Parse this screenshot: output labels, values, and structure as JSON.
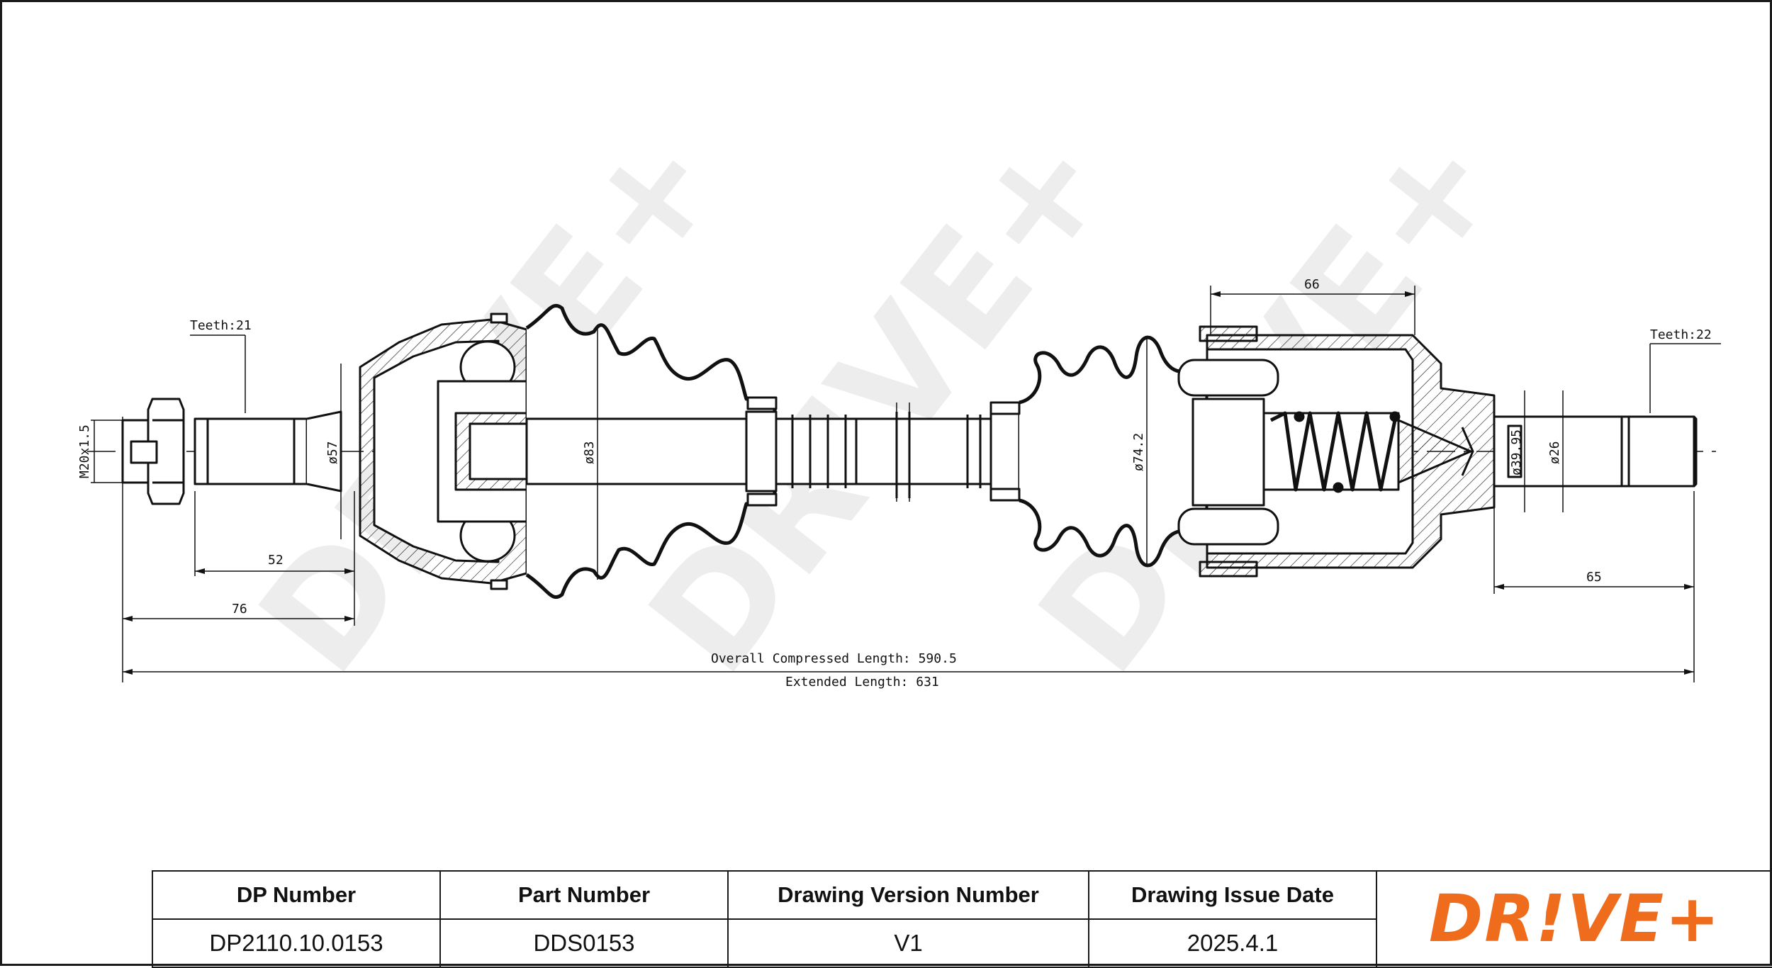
{
  "drawing": {
    "watermark": "DRIVE+",
    "left_spline": "Teeth:21",
    "right_spline": "Teeth:22",
    "thread": "M20x1.5",
    "dia_57": "ø57",
    "dia_83": "ø83",
    "dia_74_2": "ø74.2",
    "dia_39_95": "ø39.95",
    "dia_26": "ø26",
    "dim_52": "52",
    "dim_76": "76",
    "dim_66": "66",
    "dim_65": "65",
    "overall_compressed": "Overall  Compressed  Length: 590.5",
    "extended": "Extended  Length:  631"
  },
  "title_block": {
    "headers": [
      "DP Number",
      "Part Number",
      "Drawing Version Number",
      "Drawing Issue Date"
    ],
    "values": [
      "DP2110.10.0153",
      "DDS0153",
      "V1",
      "2025.4.1"
    ],
    "logo": "DR!VE+",
    "logo_color": "#ee6c1b"
  }
}
